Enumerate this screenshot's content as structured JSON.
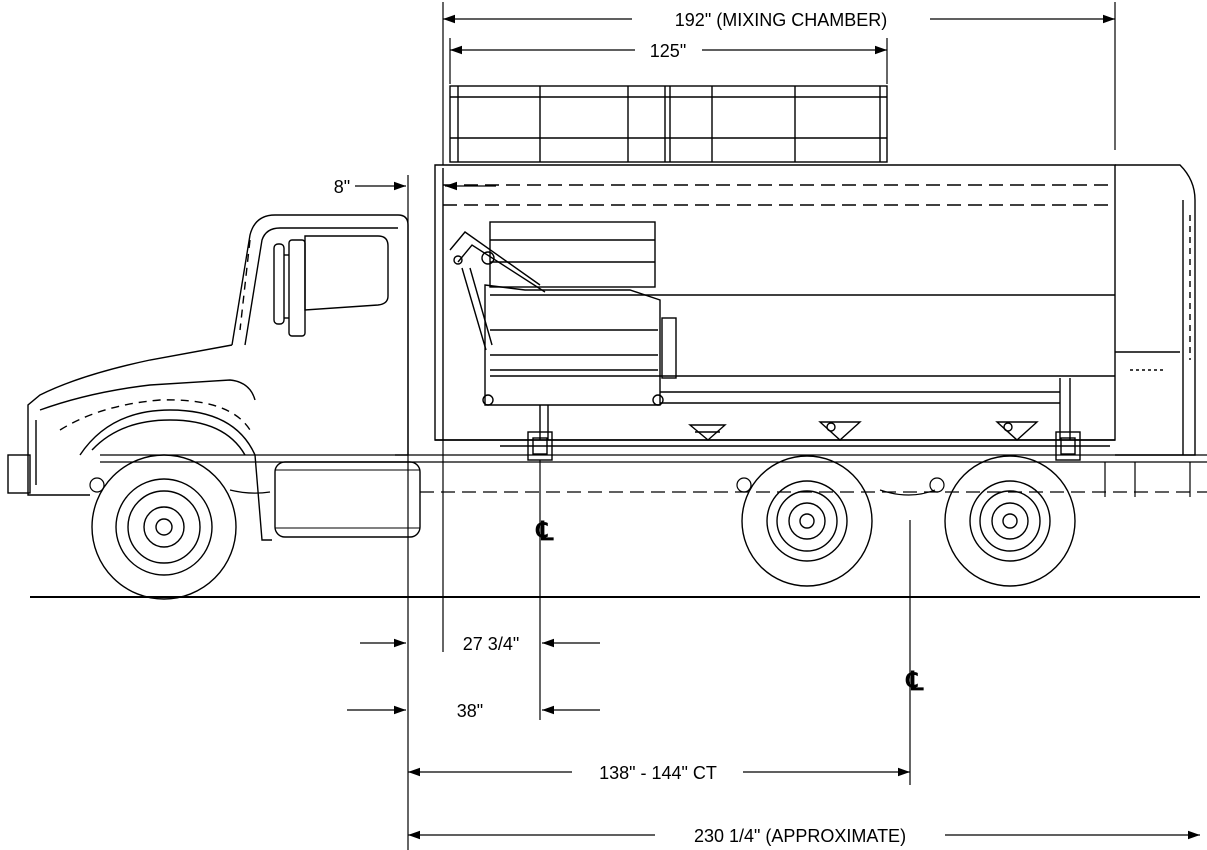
{
  "dimensions": {
    "mixing_chamber": "192\" (MIXING CHAMBER)",
    "upper_length": "125\"",
    "front_offset": "8\"",
    "offset_a": "27 3/4\"",
    "offset_b": "38\"",
    "ct_range": "138\" - 144\" CT",
    "overall_length": "230 1/4\" (APPROXIMATE)"
  },
  "centerline_symbol": "℄",
  "colors": {
    "line": "#000000",
    "background": "#ffffff"
  }
}
